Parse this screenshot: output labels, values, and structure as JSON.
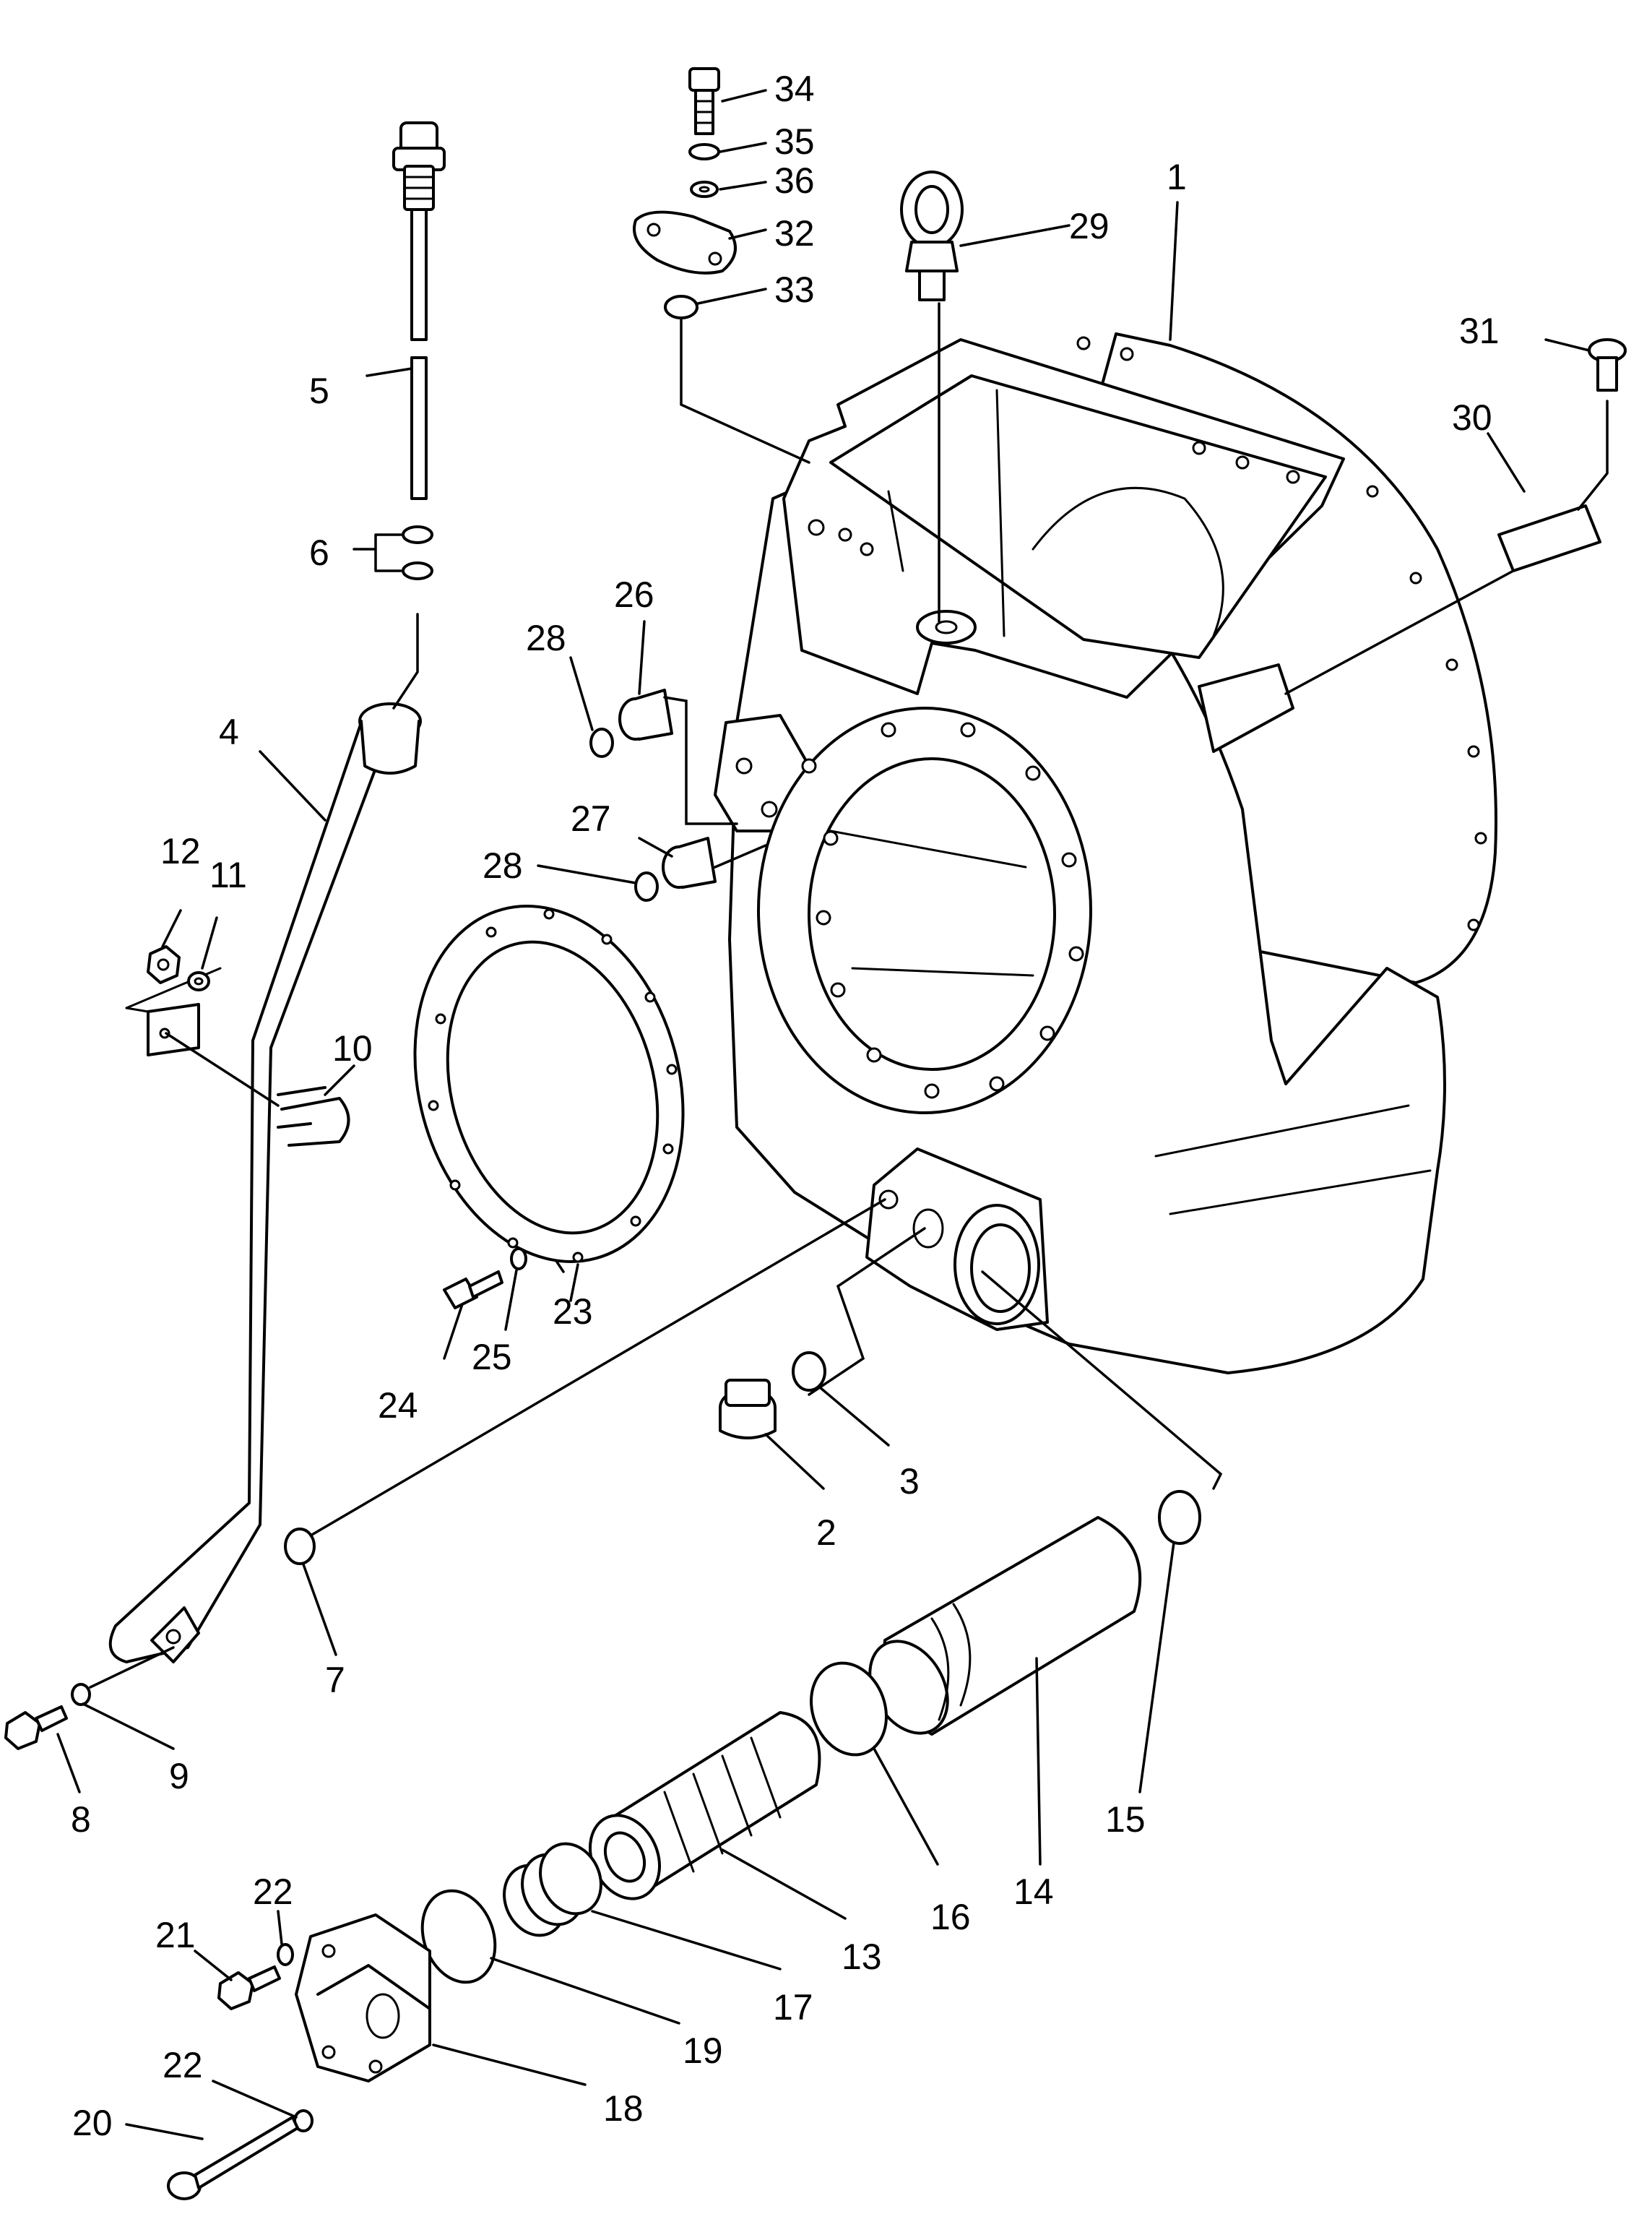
{
  "diagram": {
    "callouts": [
      "1",
      "2",
      "3",
      "4",
      "5",
      "6",
      "7",
      "8",
      "9",
      "10",
      "11",
      "12",
      "13",
      "14",
      "15",
      "16",
      "17",
      "18",
      "19",
      "20",
      "21",
      "22",
      "22",
      "23",
      "24",
      "25",
      "26",
      "27",
      "28",
      "28",
      "29",
      "30",
      "31",
      "32",
      "33",
      "34",
      "35",
      "36"
    ]
  },
  "colors": {
    "line": "#000000",
    "paper": "#ffffff"
  }
}
